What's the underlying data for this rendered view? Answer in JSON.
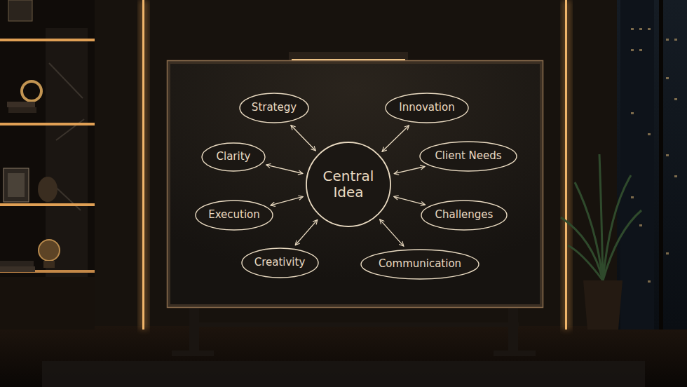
{
  "diagram": {
    "nodes": [
      {
        "text": [
          "Strategy"
        ]
      },
      {
        "text": [
          "Innovation"
        ]
      },
      {
        "text": [
          "Clarity"
        ]
      },
      {
        "text": [
          "Client Needs"
        ]
      },
      {
        "text": [
          "Central Idea"
        ]
      },
      {
        "text": [
          "Execution"
        ]
      },
      {
        "text": [
          "Challenges"
        ]
      },
      {
        "text": [
          "Creativity"
        ]
      },
      {
        "text": [
          "Communication"
        ]
      }
    ],
    "edges": [
      {
        "from": 4,
        "to": 0,
        "arrow": "both"
      },
      {
        "from": 4,
        "to": 1,
        "arrow": "both"
      },
      {
        "from": 4,
        "to": 2,
        "arrow": "both"
      },
      {
        "from": 4,
        "to": 3,
        "arrow": "both"
      },
      {
        "from": 4,
        "to": 5,
        "arrow": "both"
      },
      {
        "from": 4,
        "to": 6,
        "arrow": "both"
      },
      {
        "from": 4,
        "to": 7,
        "arrow": "both"
      },
      {
        "from": 4,
        "to": 8,
        "arrow": "both"
      }
    ]
  }
}
